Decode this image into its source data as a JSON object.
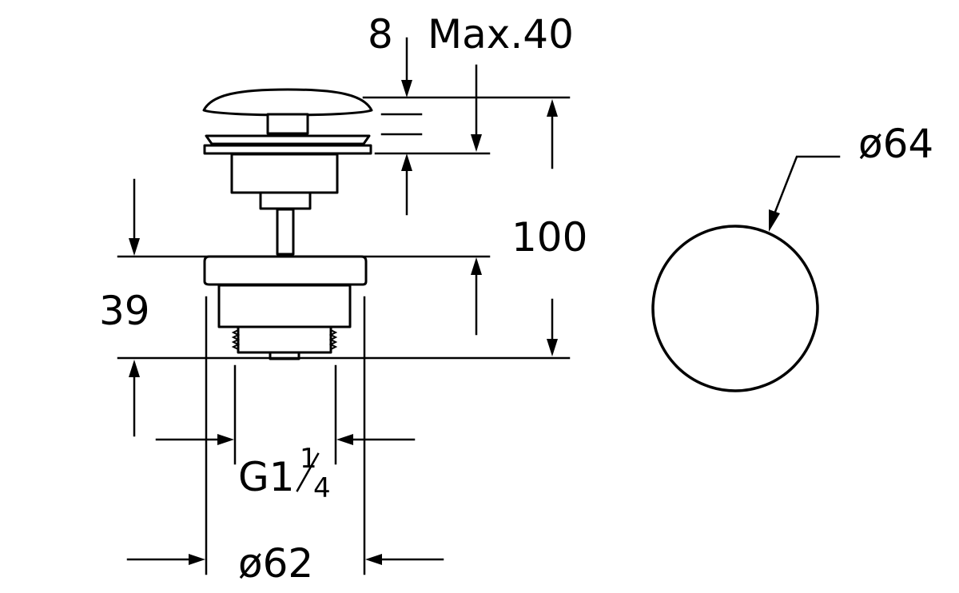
{
  "dimensions": {
    "flange_gap": "8",
    "max_thickness": "Max.40",
    "total_height": "100",
    "thread_height": "39",
    "thread_size_prefix": "G1",
    "thread_size_fraction_num": "1",
    "thread_size_fraction_den": "4",
    "body_diameter": "ø62",
    "cap_diameter": "ø64"
  },
  "colors": {
    "line": "#000000",
    "background": "#ffffff"
  }
}
